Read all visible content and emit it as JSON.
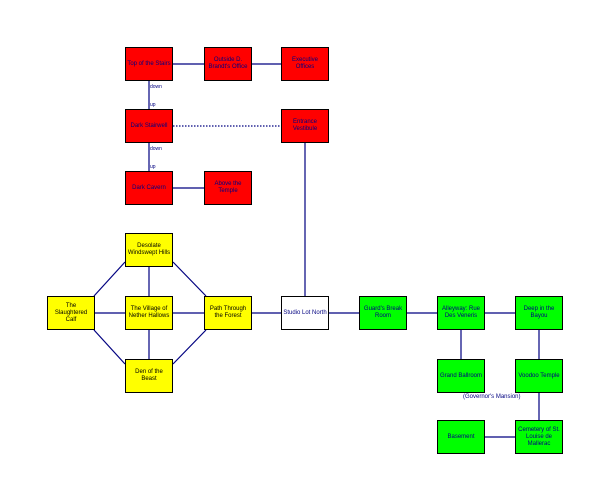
{
  "colors": {
    "line": "#000080",
    "red": "#ff0000",
    "yellow": "#ffff00",
    "green": "#00ff00",
    "white": "#ffffff"
  },
  "rooms": {
    "top_of_stairs": "Top of the Stairs",
    "outside_office": "Outside D. Brandt's Office",
    "executive_offices": "Executive Offices",
    "dark_stairwell": "Dark Stairwell",
    "entrance_vestibule": "Entrance Vestibule",
    "dark_cavern": "Dark Cavern",
    "above_temple": "Above the Temple",
    "desolate_hills": "Desolate Windswept Hills",
    "slaughtered_calf": "The Slaughtered Calf",
    "village_nether_hallows": "The Village of Nether Hallows",
    "path_through_forest": "Path Through the Forest",
    "den_of_beast": "Den of the Beast",
    "studio_lot_north": "Studio Lot North",
    "guards_break_room": "Guard's Break Room",
    "alleyway": "Alleyway: Rue Des Veneris",
    "deep_in_bayou": "Deep in the Bayou",
    "grand_ballroom": "Grand Ballroom",
    "voodoo_temple": "Voodoo Temple",
    "basement": "Basement",
    "cemetery": "Cemetery of St. Louise de Mallerac"
  },
  "labels": {
    "down_1": "down",
    "up_1": "up",
    "down_2": "down",
    "up_2": "up"
  },
  "notes": {
    "governors_mansion": "(Governor's Mansion)"
  }
}
